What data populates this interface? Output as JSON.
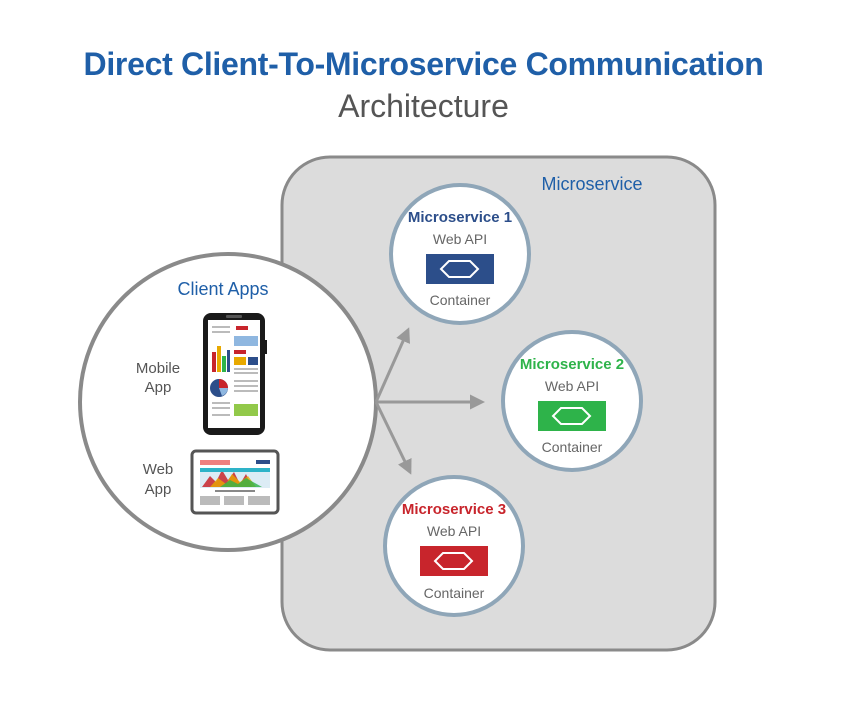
{
  "header": {
    "title": "Direct Client-To-Microservice Communication",
    "subtitle": "Architecture"
  },
  "microservice_area": {
    "label": "Microservice"
  },
  "client_apps": {
    "label": "Client Apps",
    "mobile_label_line1": "Mobile",
    "mobile_label_line2": "App",
    "web_label_line1": "Web",
    "web_label_line2": "App"
  },
  "services": [
    {
      "name": "Microservice 1",
      "api": "Web API",
      "container": "Container",
      "color": "#2c4e8a"
    },
    {
      "name": "Microservice 2",
      "api": "Web API",
      "container": "Container",
      "color": "#2eb34a"
    },
    {
      "name": "Microservice 3",
      "api": "Web API",
      "container": "Container",
      "color": "#c8252c"
    }
  ],
  "colors": {
    "title": "#1f5fa8",
    "panel": "#dcdcdc",
    "panel_border": "#8a8a8a",
    "circle_border": "#8fa6b8",
    "arrow": "#999999"
  }
}
